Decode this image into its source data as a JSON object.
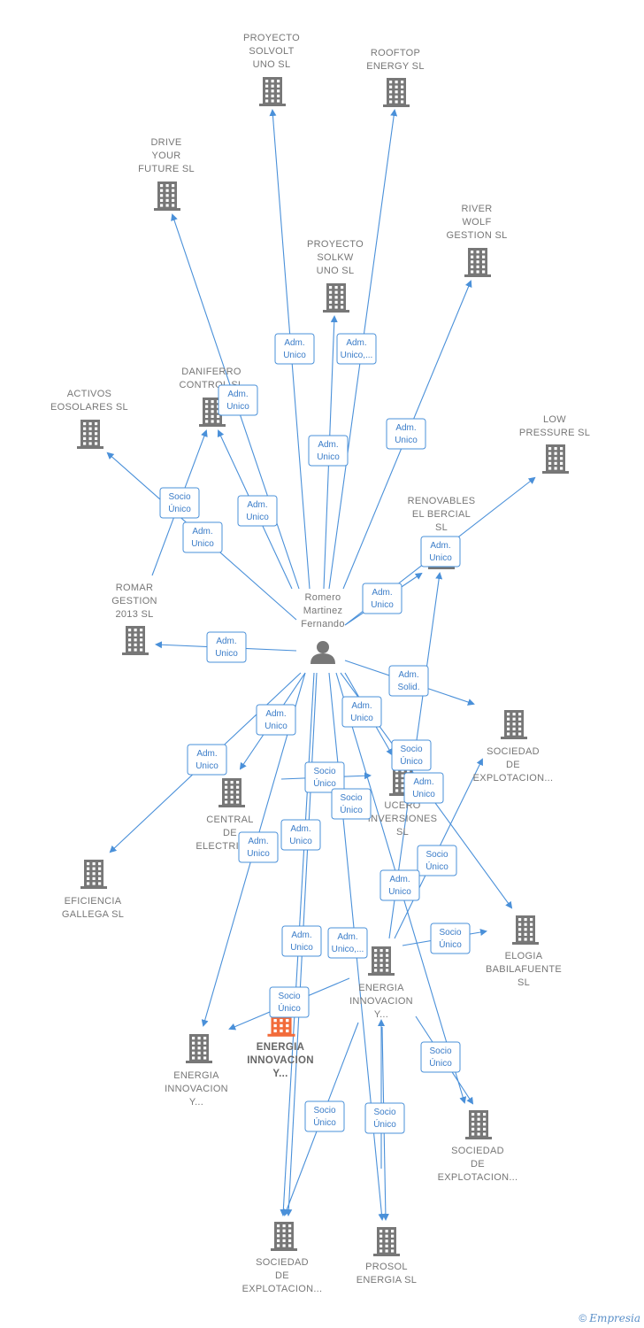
{
  "center": {
    "id": "romero",
    "label": [
      "Romero",
      "Martinez",
      "Fernando"
    ],
    "icon": "person-icon",
    "color": "#777777"
  },
  "nodes": [
    {
      "id": "proyecto-solvolt",
      "label": [
        "PROYECTO",
        "SOLVOLT",
        "UNO  SL"
      ],
      "icon": "building-icon",
      "color": "#777777"
    },
    {
      "id": "rooftop-energy",
      "label": [
        "ROOFTOP",
        "ENERGY  SL"
      ],
      "icon": "building-icon",
      "color": "#777777"
    },
    {
      "id": "drive-your-future",
      "label": [
        "DRIVE",
        "YOUR",
        "FUTURE  SL"
      ],
      "icon": "building-icon",
      "color": "#777777"
    },
    {
      "id": "river-wolf",
      "label": [
        "RIVER",
        "WOLF",
        "GESTION  SL"
      ],
      "icon": "building-icon",
      "color": "#777777"
    },
    {
      "id": "proyecto-solkw",
      "label": [
        "PROYECTO",
        "SOLKW",
        "UNO  SL"
      ],
      "icon": "building-icon",
      "color": "#777777"
    },
    {
      "id": "daniferro",
      "label": [
        "DANIFERRO",
        "CONTROL  SL"
      ],
      "icon": "building-icon",
      "color": "#777777"
    },
    {
      "id": "activos-eosolares",
      "label": [
        "ACTIVOS",
        "EOSOLARES SL"
      ],
      "icon": "building-icon",
      "color": "#777777"
    },
    {
      "id": "low-pressure",
      "label": [
        "LOW",
        "PRESSURE  SL"
      ],
      "icon": "building-icon",
      "color": "#777777"
    },
    {
      "id": "renovables-bercial",
      "label": [
        "RENOVABLES",
        "EL BERCIAL",
        "SL"
      ],
      "icon": "building-icon",
      "color": "#777777"
    },
    {
      "id": "romar-gestion",
      "label": [
        "ROMAR",
        "GESTION",
        "2013  SL"
      ],
      "icon": "building-icon",
      "color": "#777777"
    },
    {
      "id": "sociedad-explotacion-1",
      "label": [
        "SOCIEDAD",
        "DE",
        "EXPLOTACION..."
      ],
      "icon": "building-icon",
      "color": "#777777"
    },
    {
      "id": "central-electrific",
      "label": [
        "CENTRAL",
        "DE",
        "ELECTRIFIC..."
      ],
      "icon": "building-icon",
      "color": "#777777"
    },
    {
      "id": "ucero-inversiones",
      "label": [
        "UCERO",
        "INVERSIONES",
        "SL"
      ],
      "icon": "building-icon",
      "color": "#777777"
    },
    {
      "id": "eficiencia-gallega",
      "label": [
        "EFICIENCIA",
        "GALLEGA SL"
      ],
      "icon": "building-icon",
      "color": "#777777"
    },
    {
      "id": "elogia-babilafuente",
      "label": [
        "ELOGIA",
        "BABILAFUENTE",
        "SL"
      ],
      "icon": "building-icon",
      "color": "#777777"
    },
    {
      "id": "energia-innovacion-center",
      "label": [
        "ENERGIA",
        "INNOVACION",
        "Y..."
      ],
      "icon": "building-icon",
      "color": "#777777"
    },
    {
      "id": "energia-innovacion-main",
      "label": [
        "ENERGIA",
        "INNOVACION",
        "Y..."
      ],
      "icon": "building-icon",
      "color": "#f26b3a",
      "main": true
    },
    {
      "id": "energia-innovacion-left",
      "label": [
        "ENERGIA",
        "INNOVACION",
        "Y..."
      ],
      "icon": "building-icon",
      "color": "#777777"
    },
    {
      "id": "sociedad-explotacion-2",
      "label": [
        "SOCIEDAD",
        "DE",
        "EXPLOTACION..."
      ],
      "icon": "building-icon",
      "color": "#777777"
    },
    {
      "id": "sociedad-explotacion-3",
      "label": [
        "SOCIEDAD",
        "DE",
        "EXPLOTACION..."
      ],
      "icon": "building-icon",
      "color": "#777777"
    },
    {
      "id": "prosol-energia",
      "label": [
        "PROSOL",
        "ENERGIA  SL"
      ],
      "icon": "building-icon",
      "color": "#777777"
    }
  ],
  "relations": [
    {
      "label": [
        "Adm.",
        "Unico"
      ]
    },
    {
      "label": [
        "Adm.",
        "Unico,..."
      ]
    },
    {
      "label": [
        "Adm.",
        "Unico"
      ]
    },
    {
      "label": [
        "Adm.",
        "Unico"
      ]
    },
    {
      "label": [
        "Adm.",
        "Unico"
      ]
    },
    {
      "label": [
        "Socio",
        "Único"
      ]
    },
    {
      "label": [
        "Adm.",
        "Unico"
      ]
    },
    {
      "label": [
        "Adm.",
        "Unico"
      ]
    },
    {
      "label": [
        "Adm.",
        "Unico"
      ]
    },
    {
      "label": [
        "Adm.",
        "Unico"
      ]
    },
    {
      "label": [
        "Adm.",
        "Unico"
      ]
    },
    {
      "label": [
        "Adm.",
        "Solid."
      ]
    },
    {
      "label": [
        "Adm.",
        "Unico"
      ]
    },
    {
      "label": [
        "Adm.",
        "Unico"
      ]
    },
    {
      "label": [
        "Adm.",
        "Unico"
      ]
    },
    {
      "label": [
        "Socio",
        "Único"
      ]
    },
    {
      "label": [
        "Socio",
        "Único"
      ]
    },
    {
      "label": [
        "Socio",
        "Único"
      ]
    },
    {
      "label": [
        "Adm.",
        "Unico"
      ]
    },
    {
      "label": [
        "Adm.",
        "Unico"
      ]
    },
    {
      "label": [
        "Adm.",
        "Unico"
      ]
    },
    {
      "label": [
        "Socio",
        "Único"
      ]
    },
    {
      "label": [
        "Adm.",
        "Unico"
      ]
    },
    {
      "label": [
        "Adm.",
        "Unico"
      ]
    },
    {
      "label": [
        "Adm.",
        "Unico,..."
      ]
    },
    {
      "label": [
        "Socio",
        "Único"
      ]
    },
    {
      "label": [
        "Socio",
        "Único"
      ]
    },
    {
      "label": [
        "Socio",
        "Único"
      ]
    },
    {
      "label": [
        "Socio",
        "Único"
      ]
    },
    {
      "label": [
        "Socio",
        "Único"
      ]
    }
  ],
  "footer": {
    "copyright": "©",
    "brand": "Empresia"
  }
}
